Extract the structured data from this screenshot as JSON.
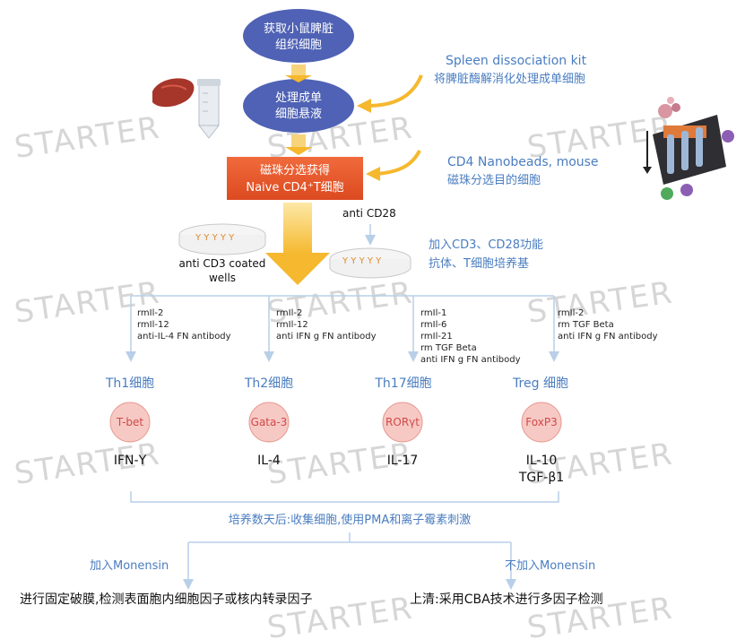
{
  "watermark": "STARTER",
  "flow": {
    "step1": [
      "获取小鼠脾脏",
      "组织细胞"
    ],
    "step2": [
      "处理成单",
      "细胞悬液"
    ],
    "step3_line1": "磁珠分选获得",
    "step3_line2": "Naive CD4⁺T细胞",
    "kit1_name": "Spleen dissociation kit",
    "kit1_desc": "将脾脏酶解消化处理成单细胞",
    "kit2_name": "CD4 Nanobeads, mouse",
    "kit2_desc": "磁珠分选目的细胞",
    "anti_cd28": "anti CD28",
    "anti_cd3": [
      "anti CD3 coated",
      "wells"
    ],
    "culture": [
      "加入CD3、CD28功能",
      "抗体、T细胞培养基"
    ]
  },
  "branches": [
    {
      "reagents": [
        "rmIl-2",
        "rmIl-12",
        "anti-IL-4 FN antibody"
      ],
      "title": "Th1细胞",
      "marker": "T-bet",
      "cytokines": [
        "IFN-Υ"
      ]
    },
    {
      "reagents": [
        "rmIl-2",
        "rmIl-12",
        "anti IFN g FN antibody"
      ],
      "title": "Th2细胞",
      "marker": "Gata-3",
      "cytokines": [
        "IL-4"
      ]
    },
    {
      "reagents": [
        "rmIl-1",
        "rmIl-6",
        "rmIl-21",
        "rm TGF Beta",
        "anti IFN g FN antibody"
      ],
      "title": "Th17细胞",
      "marker": "RORγt",
      "cytokines": [
        "IL-17"
      ]
    },
    {
      "reagents": [
        "rmIl-2",
        "rm TGF Beta",
        "anti IFN g FN antibody"
      ],
      "title": "Treg 细胞",
      "marker": "FoxP3",
      "cytokines": [
        "IL-10",
        "TGF-β1"
      ]
    }
  ],
  "collect": "培养数天后:收集细胞,使用PMA和离子霉素刺激",
  "left_branch": {
    "label": "加入Monensin",
    "desc": "进行固定破膜,检测表面胞内细胞因子或核内转录因子"
  },
  "right_branch": {
    "label": "不加入Monensin",
    "desc": "上清:采用CBA技术进行多因子检测"
  },
  "colors": {
    "ellipse": "#4f62b5",
    "orange_box": "#e8552a",
    "blue_text": "#4a7dc0",
    "marker_fill": "#f7c9c4",
    "marker_text": "#d0494a",
    "connector": "#b9cfe8",
    "yellow_arrow": "#f5b82e"
  },
  "icons": [
    "liver-icon",
    "tube-icon",
    "cd3-dish-icon",
    "cd28-dish-icon",
    "magnet-rack-icon",
    "cells-icon",
    "big-down-arrow-icon",
    "curved-arrow-icon"
  ]
}
